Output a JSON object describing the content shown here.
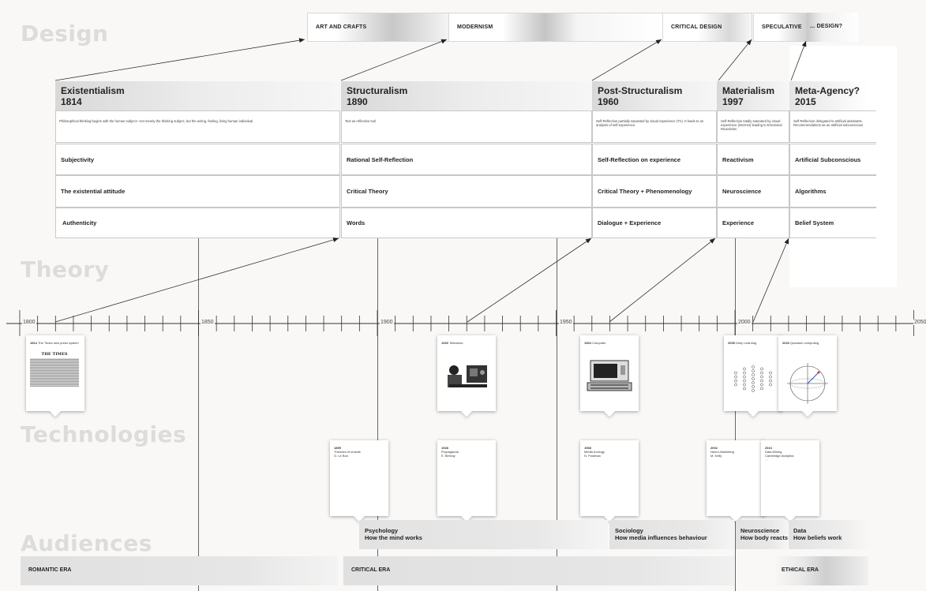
{
  "sections": {
    "design": "Design",
    "theory": "Theory",
    "technologies": "Technologies",
    "audiences": "Audiences"
  },
  "design_movements": [
    "ART AND CRAFTS",
    "MODERNISM",
    "CRITICAL DESIGN",
    "SPECULATIVE",
    "... DESIGN?"
  ],
  "theory": [
    {
      "name": "Existentialism",
      "year": "1814",
      "desc": "Philosophical thinking begins with the human subject—not merely the thinking subject, but the acting, feeling, living human individual",
      "rows": [
        "Subjectivity",
        "The existential attitude",
        "Authenticity"
      ]
    },
    {
      "name": "Structuralism",
      "year": "1890",
      "desc": "Text as reflective tool",
      "rows": [
        "Rational Self-Reflection",
        "Critical Theory",
        "Words"
      ]
    },
    {
      "name": "Post-Structuralism",
      "year": "1960",
      "desc": "Self-Reflection partially saturated by visual experience (TV). It leads to an analysis of self-experience",
      "rows": [
        "Self-Reflection on experience",
        "Critical Theory + Phenomenology",
        "Dialogue + Experience"
      ]
    },
    {
      "name": "Materialism",
      "year": "1997",
      "desc": "Self-Reflection totally saturated by visual experience (internet) leading to Emotional Reactivism",
      "rows": [
        "Reactivism",
        "Neuroscience",
        "Experience"
      ]
    },
    {
      "name": "Meta-Agency?",
      "year": "2015",
      "desc": "Self-Reflection delegated to artificial assistants. Recommendations as an artificial subconscious",
      "rows": [
        "Artificial Subconscious",
        "Algorithms",
        "Belief System"
      ]
    }
  ],
  "timeline_years": [
    "1800",
    "1850",
    "1900",
    "1950",
    "2000",
    "2050"
  ],
  "tech_cards": [
    {
      "year": "1814",
      "label": "The Times new press system",
      "icon": "newspaper-image"
    },
    {
      "year": "1926",
      "label": "Television",
      "icon": "television-image"
    },
    {
      "year": "1964",
      "label": "Computer",
      "icon": "computer-image"
    },
    {
      "year": "2005",
      "label": "Deep Learning",
      "icon": "neural-network-image"
    },
    {
      "year": "2020",
      "label": "Quantum computing",
      "icon": "bloch-sphere-image"
    }
  ],
  "newspaper_masthead": "THE TIMES",
  "audience_cards": [
    {
      "year": "1895",
      "lines": [
        "Theories of crowds",
        "G. Le Bon"
      ]
    },
    {
      "year": "1928",
      "lines": [
        "Propaganda",
        "E. Bernay"
      ]
    },
    {
      "year": "1968",
      "lines": [
        "Media ecology",
        "N. Postman"
      ]
    },
    {
      "year": "2002",
      "lines": [
        "Neuro-Marketing",
        "M. Kelly"
      ]
    },
    {
      "year": "2013",
      "lines": [
        "Data Mining",
        "Cambridge Analytics",
        "..."
      ]
    }
  ],
  "audiences": [
    {
      "title": "Psychology",
      "sub": "How the mind works"
    },
    {
      "title": "Sociology",
      "sub": "How media influences behaviour"
    },
    {
      "title": "Neuroscience",
      "sub": "How body reacts"
    },
    {
      "title": "Data",
      "sub": "How beliefs work"
    }
  ],
  "eras": [
    "ROMANTIC ERA",
    "CRITICAL ERA",
    "ETHICAL ERA"
  ]
}
